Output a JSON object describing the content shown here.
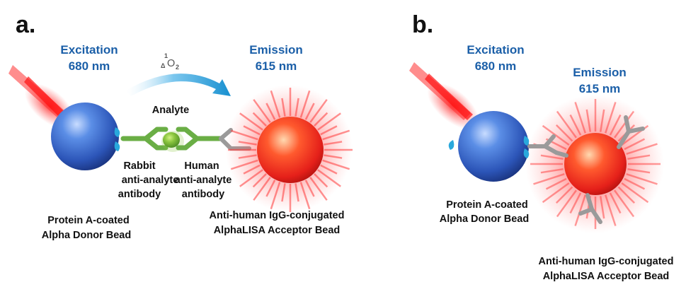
{
  "panel_a": {
    "label": "a.",
    "excitation": {
      "title": "Excitation",
      "wavelength": "680 nm"
    },
    "emission": {
      "title": "Emission",
      "wavelength": "615 nm"
    },
    "singlet_oxygen": {
      "superscript": "1",
      "delta": "Δ",
      "main": "O",
      "subscript": "2"
    },
    "analyte": "Analyte",
    "rabbit_antibody": [
      "Rabbit",
      "anti-analyte",
      "antibody"
    ],
    "human_antibody": [
      "Human",
      "anti-analyte",
      "antibody"
    ],
    "donor_bead": [
      "Protein A-coated",
      "Alpha Donor Bead"
    ],
    "acceptor_bead": [
      "Anti-human IgG-conjugated",
      "AlphaLISA Acceptor Bead"
    ]
  },
  "panel_b": {
    "label": "b.",
    "excitation": {
      "title": "Excitation",
      "wavelength": "680 nm"
    },
    "emission": {
      "title": "Emission",
      "wavelength": "615 nm"
    },
    "donor_bead": [
      "Protein A-coated",
      "Alpha Donor Bead"
    ],
    "acceptor_bead": [
      "Anti-human IgG-conjugated",
      "AlphaLISA Acceptor Bead"
    ]
  },
  "colors": {
    "label_blue": "#1b5fa8",
    "donor_bead": "#3566c4",
    "acceptor_bead": "#e8241e",
    "protein_a": "#29a8dc",
    "antibody_green": "#6aae45",
    "antibody_gray": "#9a9a9a",
    "arrow": "#2a9fd8"
  }
}
